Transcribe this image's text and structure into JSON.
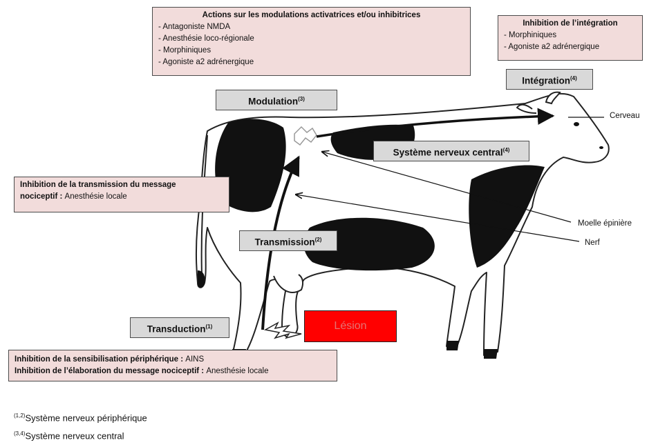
{
  "actions_box": {
    "title": "Actions sur les modulations activatrices et/ou inhibitrices",
    "items": [
      "- Antagoniste NMDA",
      "- Anesthésie loco-régionale",
      "- Morphiniques",
      "- Agoniste a2 adrénergique"
    ]
  },
  "integration_inhibition_box": {
    "title": "Inhibition de l’intégration",
    "items": [
      "- Morphiniques",
      "- Agoniste a2 adrénergique"
    ]
  },
  "transmission_inhibition_box": {
    "title_line1": "Inhibition de la transmission du message",
    "title_line2": "nociceptif",
    "separator": " : ",
    "value": "Anesthésie locale"
  },
  "peripheral_box": {
    "line1_label": "Inhibition de la sensibilisation périphérique",
    "line1_sep": " : ",
    "line1_value": "AINS",
    "line2_label": "Inhibition de l’élaboration du message nociceptif",
    "line2_sep": " : ",
    "line2_value": "Anesthésie locale"
  },
  "stages": {
    "modulation": "Modulation",
    "modulation_ref": "(3)",
    "integration": "Intégration",
    "integration_ref": "(4)",
    "snc": "Système nerveux central",
    "snc_ref": "(4)",
    "transmission": "Transmission",
    "transmission_ref": "(2)",
    "transduction": "Transduction",
    "transduction_ref": "(1)"
  },
  "lesion": "Lésion",
  "labels": {
    "cerveau": "Cerveau",
    "moelle": "Moelle épinière",
    "nerf": "Nerf"
  },
  "footnotes": [
    {
      "ref": "(1,2)",
      "text": "Système nerveux périphérique"
    },
    {
      "ref": "(3,4)",
      "text": "Système nerveux central"
    }
  ],
  "colors": {
    "pink_box": "#f2dcdb",
    "grey_box": "#d9d9d9",
    "lesion": "#ff0000"
  }
}
